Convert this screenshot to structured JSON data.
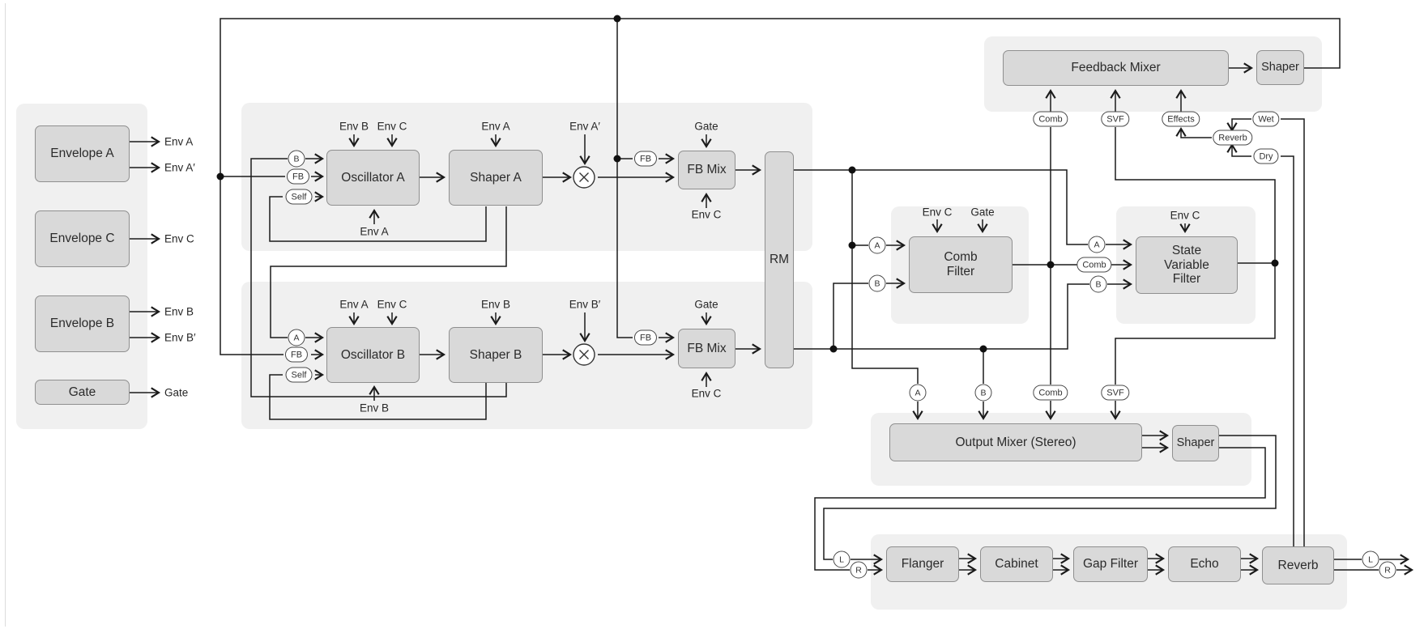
{
  "blocks": {
    "envelope_a": "Envelope A",
    "envelope_c": "Envelope C",
    "envelope_b": "Envelope B",
    "gate": "Gate",
    "oscillator_a": "Oscillator A",
    "shaper_a": "Shaper A",
    "oscillator_b": "Oscillator B",
    "shaper_b": "Shaper B",
    "fb_mix": "FB Mix",
    "rm": "RM",
    "comb_filter": "Comb\nFilter",
    "state_variable_filter": "State\nVariable\nFilter",
    "feedback_mixer": "Feedback Mixer",
    "shaper": "Shaper",
    "output_mixer": "Output Mixer (Stereo)",
    "flanger": "Flanger",
    "cabinet": "Cabinet",
    "gap_filter": "Gap Filter",
    "echo": "Echo",
    "reverb": "Reverb"
  },
  "labels": {
    "env_a": "Env A",
    "env_a_prime": "Env A′",
    "env_b": "Env B",
    "env_b_prime": "Env B′",
    "env_c": "Env C",
    "gate": "Gate"
  },
  "pills": {
    "a": "A",
    "b": "B",
    "l": "L",
    "r": "R",
    "fb": "FB",
    "self": "Self",
    "comb": "Comb",
    "svf": "SVF",
    "effects": "Effects",
    "reverb": "Reverb",
    "wet": "Wet",
    "dry": "Dry"
  },
  "colors": {
    "panel": "#f0f0f0",
    "block_fill": "#d9d9d9",
    "block_border": "#8f8f8f",
    "wire": "#1a1a1a",
    "text": "#262626"
  }
}
